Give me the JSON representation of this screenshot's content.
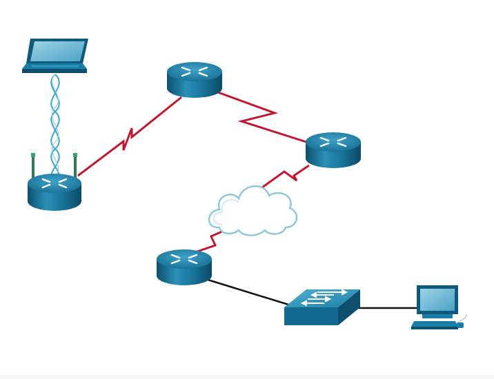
{
  "diagram": {
    "type": "network-topology",
    "colors": {
      "background": "#ffffff",
      "device_blue_dark": "#0e5677",
      "device_blue": "#1b7ea6",
      "device_blue_light": "#58b4d4",
      "serial_link": "#c0172f",
      "ethernet_link": "#111111",
      "wireless_link": "#3aa6cc",
      "cloud_outline": "#8fc7dc"
    },
    "devices": [
      {
        "id": "laptop",
        "kind": "laptop",
        "icon": "laptop-icon"
      },
      {
        "id": "wireless-router",
        "kind": "wireless-router",
        "icon": "wireless-router-icon"
      },
      {
        "id": "router-top",
        "kind": "router",
        "icon": "router-icon"
      },
      {
        "id": "router-right",
        "kind": "router",
        "icon": "router-icon"
      },
      {
        "id": "router-bottom",
        "kind": "router",
        "icon": "router-icon"
      },
      {
        "id": "wan-cloud",
        "kind": "cloud",
        "icon": "cloud-icon"
      },
      {
        "id": "switch",
        "kind": "switch",
        "icon": "switch-icon"
      },
      {
        "id": "pc",
        "kind": "pc",
        "icon": "desktop-pc-icon"
      }
    ],
    "links": [
      {
        "from": "laptop",
        "to": "wireless-router",
        "type": "wireless"
      },
      {
        "from": "wireless-router",
        "to": "router-top",
        "type": "serial"
      },
      {
        "from": "router-top",
        "to": "router-right",
        "type": "serial"
      },
      {
        "from": "router-right",
        "to": "wan-cloud",
        "type": "serial"
      },
      {
        "from": "wan-cloud",
        "to": "router-bottom",
        "type": "serial"
      },
      {
        "from": "router-bottom",
        "to": "switch",
        "type": "ethernet"
      },
      {
        "from": "switch",
        "to": "pc",
        "type": "ethernet"
      }
    ]
  }
}
